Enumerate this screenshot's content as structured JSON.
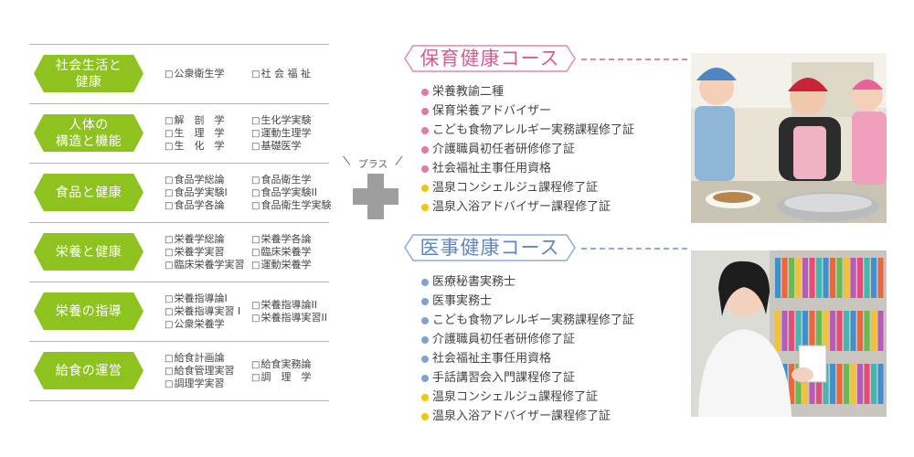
{
  "subject_table": {
    "rows": [
      {
        "category": "社会生活と\n健康",
        "col1": [
          "公衆衛生学"
        ],
        "col2": [
          "社 会 福 祉"
        ]
      },
      {
        "category": "人体の\n構造と機能",
        "col1": [
          "解　剖　学",
          "生　理　学",
          "生　化　学"
        ],
        "col2": [
          "生化学実験",
          "運動生理学",
          "基礎医学"
        ]
      },
      {
        "category": "食品と健康",
        "col1": [
          "食品学総論",
          "食品学実験I",
          "食品学各論"
        ],
        "col2": [
          "食品衛生学",
          "食品学実験II",
          "食品衛生学実験"
        ]
      },
      {
        "category": "栄養と健康",
        "col1": [
          "栄養学総論",
          "栄養学実習",
          "臨床栄養学実習"
        ],
        "col2": [
          "栄養学各論",
          "臨床栄養学",
          "運動栄養学"
        ]
      },
      {
        "category": "栄養の指導",
        "col1": [
          "栄養指導論I",
          "栄養指導実習 I",
          "公衆栄養学"
        ],
        "col2": [
          "栄養指導論II",
          "栄養指導実習II"
        ]
      },
      {
        "category": "給食の運営",
        "col1": [
          "給食計画論",
          "給食管理実習",
          "調理学実習"
        ],
        "col2": [
          "給食実務論",
          "調　理　学"
        ]
      }
    ]
  },
  "plus": {
    "label": "プラス"
  },
  "courses": {
    "hoiku": {
      "title": "保育健康コース",
      "items": [
        {
          "text": "栄養教諭二種",
          "dot": "#e07aa7"
        },
        {
          "text": "保育栄養アドバイザー",
          "dot": "#e07aa7"
        },
        {
          "text": "こども食物アレルギー実務課程修了証",
          "dot": "#e07aa7"
        },
        {
          "text": "介護職員初任者研修修了証",
          "dot": "#e07aa7"
        },
        {
          "text": "社会福祉主事任用資格",
          "dot": "#e07aa7"
        },
        {
          "text": "温泉コンシェルジュ課程修了証",
          "dot": "#f5c400"
        },
        {
          "text": "温泉入浴アドバイザー課程修了証",
          "dot": "#f5c400"
        }
      ]
    },
    "iji": {
      "title": "医事健康コース",
      "items": [
        {
          "text": "医療秘書実務士",
          "dot": "#7fa2d6"
        },
        {
          "text": "医事実務士",
          "dot": "#7fa2d6"
        },
        {
          "text": "こども食物アレルギー実務課程修了証",
          "dot": "#7fa2d6"
        },
        {
          "text": "介護職員初任者研修修了証",
          "dot": "#7fa2d6"
        },
        {
          "text": "社会福祉主事任用資格",
          "dot": "#7fa2d6"
        },
        {
          "text": "手話講習会入門課程修了証",
          "dot": "#7fa2d6"
        },
        {
          "text": "温泉コンシェルジュ課程修了証",
          "dot": "#f5c400"
        },
        {
          "text": "温泉入浴アドバイザー課程修了証",
          "dot": "#f5c400"
        }
      ]
    }
  },
  "colors": {
    "category_green": "#8dc21f",
    "hoiku_pink": "#d95a93",
    "iji_blue": "#5e86c4",
    "plus_gray": "#9e9e9e"
  }
}
